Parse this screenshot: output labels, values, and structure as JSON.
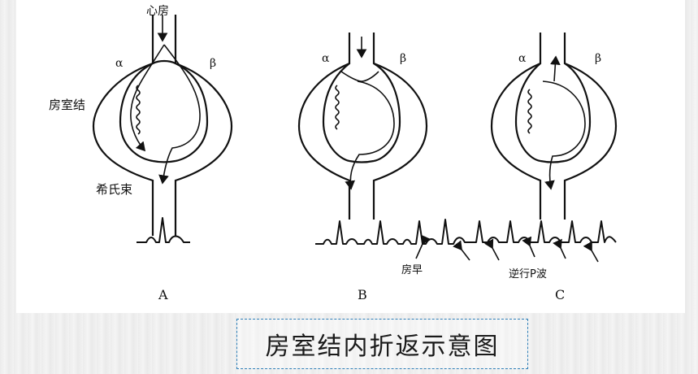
{
  "labels": {
    "atrium": "心房",
    "alpha": "α",
    "beta": "β",
    "av_node": "房室结",
    "his_bundle": "希氏束",
    "premature_atrial": "房早",
    "retrograde_p": "逆行P波"
  },
  "panels": [
    {
      "letter": "A"
    },
    {
      "letter": "B"
    },
    {
      "letter": "C"
    }
  ],
  "caption": "房室结内折返示意图",
  "colors": {
    "caption_border": "#2f7fb8",
    "line": "#111111"
  }
}
